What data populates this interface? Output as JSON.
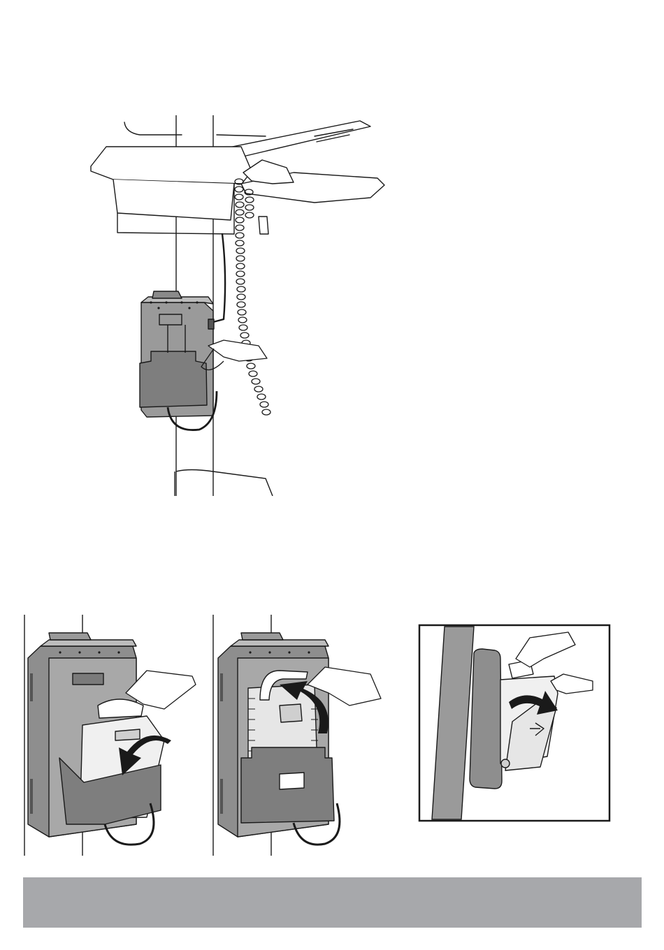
{
  "page": {
    "background": "#ffffff"
  },
  "illustrations": {
    "main": {
      "icon": "cart-battery-charger-illustration"
    },
    "insert": {
      "icon": "battery-insert-illustration",
      "arrow_direction": "down-left"
    },
    "lift": {
      "icon": "battery-lift-illustration",
      "arrow_direction": "up-left"
    },
    "inset": {
      "icon": "battery-pivot-detail-illustration",
      "arrow_direction": "right"
    }
  },
  "footer": {
    "color": "#a7a8ab"
  },
  "colors": {
    "line": "#1a1a1a",
    "housing": "#9a9a9a",
    "housing_dark": "#6e6e6e",
    "battery": "#e6e6e6"
  }
}
